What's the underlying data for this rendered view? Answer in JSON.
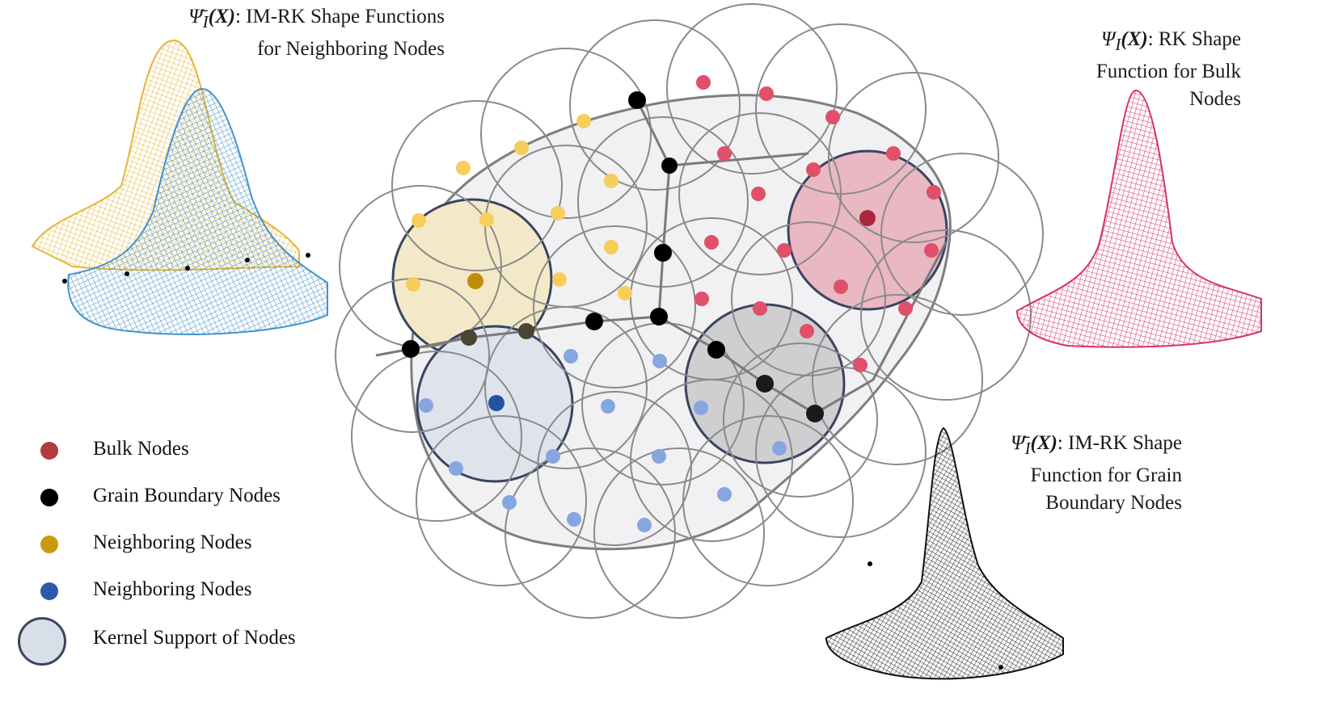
{
  "titles": {
    "neighboring": {
      "symbol": "Ψ̄",
      "subscript": "I",
      "arg": "(X)",
      "line1_suffix": ": IM-RK Shape Functions",
      "line2": "for Neighboring Nodes"
    },
    "bulk": {
      "symbol": "Ψ",
      "subscript": "I",
      "arg": "(X)",
      "line1_suffix": ": RK Shape",
      "line2": "Function for Bulk",
      "line3": "Nodes"
    },
    "grain_boundary": {
      "symbol": "Ψ̄",
      "subscript": "I",
      "arg": "(X)",
      "line1_suffix": ": IM-RK Shape",
      "line2": "Function for Grain",
      "line3": "Boundary Nodes"
    }
  },
  "legend": {
    "items": [
      {
        "label": "Bulk Nodes",
        "color": "#b03a3e",
        "kind": "dot"
      },
      {
        "label": "Grain Boundary Nodes",
        "color": "#000000",
        "kind": "dot"
      },
      {
        "label": "Neighboring Nodes",
        "color": "#c99a0c",
        "kind": "dot"
      },
      {
        "label": "Neighboring Nodes",
        "color": "#2e59a8",
        "kind": "dot"
      },
      {
        "label": "Kernel Support of Nodes",
        "color": "#d9dfe8",
        "kind": "ring"
      }
    ]
  },
  "colors": {
    "bulk_node": "#e0506a",
    "bulk_center": "#a8283a",
    "gb_node": "#000000",
    "yellow_node": "#f7cd5c",
    "yellow_center": "#c08c0a",
    "blue_node": "#86a6e0",
    "blue_center": "#2352a0",
    "domain_fill": "#f1f1f3",
    "circle_stroke": "#8a8a8a",
    "support_stroke": "#3a4460",
    "support_yellow": "#f3e9c8",
    "support_pink": "#e9b8c2",
    "support_blue": "#dfe3ec",
    "support_gray": "#cfcfd2",
    "surface_yellow": "#e8b830",
    "surface_blue": "#3b8ec8",
    "surface_pink": "#d8306a",
    "surface_black": "#111111"
  }
}
